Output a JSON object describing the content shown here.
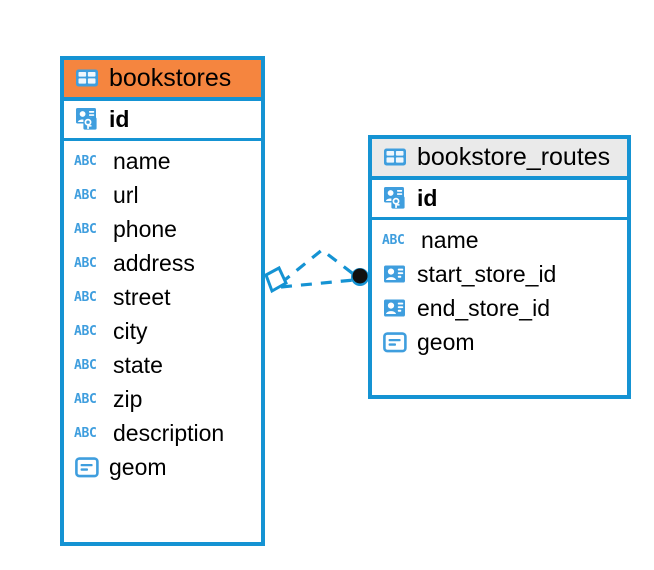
{
  "diagram": {
    "type": "entity-relationship-diagram",
    "background": "#ffffff",
    "accent_color": "#1593d3",
    "highlight_color": "#f5853f",
    "neutral_header_color": "#eaeaea",
    "icon_color": "#3f9ede"
  },
  "tables": [
    {
      "name": "bookstores",
      "header_style": "accent",
      "primary_key": {
        "label": "id",
        "icon": "primary-key-icon"
      },
      "fields": [
        {
          "label": "name",
          "icon": "abc-icon",
          "type": "text"
        },
        {
          "label": "url",
          "icon": "abc-icon",
          "type": "text"
        },
        {
          "label": "phone",
          "icon": "abc-icon",
          "type": "text"
        },
        {
          "label": "address",
          "icon": "abc-icon",
          "type": "text"
        },
        {
          "label": "street",
          "icon": "abc-icon",
          "type": "text"
        },
        {
          "label": "city",
          "icon": "abc-icon",
          "type": "text"
        },
        {
          "label": "state",
          "icon": "abc-icon",
          "type": "text"
        },
        {
          "label": "zip",
          "icon": "abc-icon",
          "type": "text"
        },
        {
          "label": "description",
          "icon": "abc-icon",
          "type": "text"
        },
        {
          "label": "geom",
          "icon": "geometry-icon",
          "type": "geometry"
        }
      ]
    },
    {
      "name": "bookstore_routes",
      "header_style": "neutral",
      "primary_key": {
        "label": "id",
        "icon": "primary-key-icon"
      },
      "fields": [
        {
          "label": "name",
          "icon": "abc-icon",
          "type": "text"
        },
        {
          "label": "start_store_id",
          "icon": "foreign-key-icon",
          "type": "reference"
        },
        {
          "label": "end_store_id",
          "icon": "foreign-key-icon",
          "type": "reference"
        },
        {
          "label": "geom",
          "icon": "geometry-icon",
          "type": "geometry"
        }
      ]
    }
  ],
  "relationship": {
    "style": "dashed",
    "color": "#1593d3",
    "source_marker": "diamond",
    "target_marker": "filled-circle",
    "target_marker_color": "#111111"
  },
  "icon_text": {
    "abc": "ABC"
  }
}
